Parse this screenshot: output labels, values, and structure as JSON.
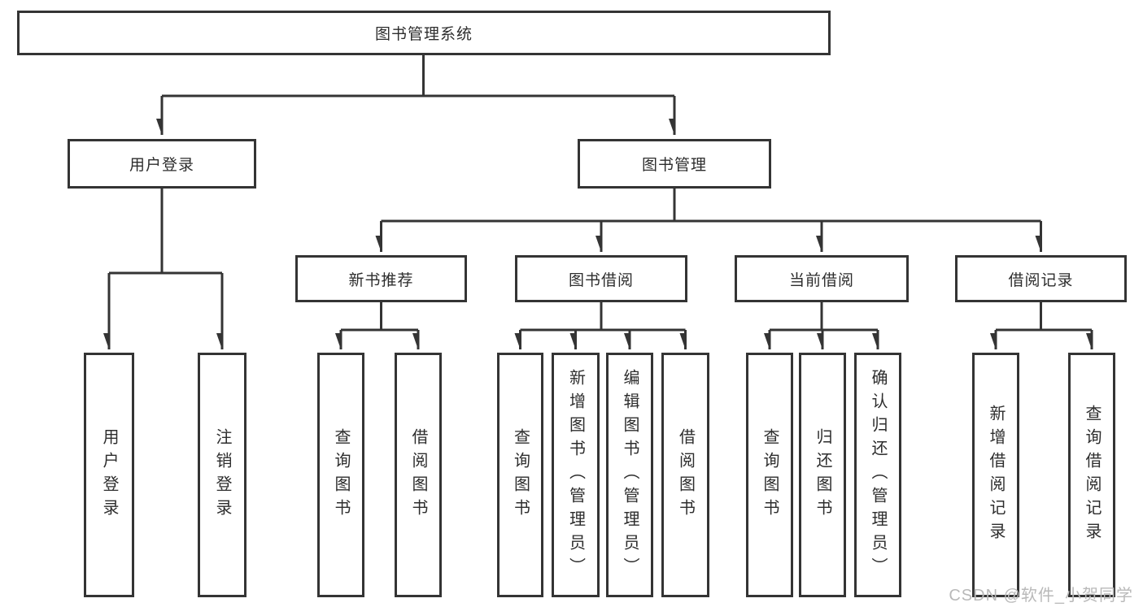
{
  "colors": {
    "background": "#ffffff",
    "box_fill": "#ffffff",
    "line": "#343434",
    "text": "#2d2d2d",
    "watermark": "#b9b9b9"
  },
  "tree": {
    "root": {
      "label": "图书管理系统",
      "children": [
        {
          "label": "用户登录",
          "children": [
            {
              "label": "用户登录"
            },
            {
              "label": "注销登录"
            }
          ]
        },
        {
          "label": "图书管理",
          "children": [
            {
              "label": "新书推荐",
              "children": [
                {
                  "label": "查询图书"
                },
                {
                  "label": "借阅图书"
                }
              ]
            },
            {
              "label": "图书借阅",
              "children": [
                {
                  "label": "查询图书"
                },
                {
                  "label": "新增图书（管理员）"
                },
                {
                  "label": "编辑图书（管理员）"
                },
                {
                  "label": "借阅图书"
                }
              ]
            },
            {
              "label": "当前借阅",
              "children": [
                {
                  "label": "查询图书"
                },
                {
                  "label": "归还图书"
                },
                {
                  "label": "确认归还（管理员）"
                }
              ]
            },
            {
              "label": "借阅记录",
              "children": [
                {
                  "label": "新增借阅记录"
                },
                {
                  "label": "查询借阅记录"
                }
              ]
            }
          ]
        }
      ]
    }
  },
  "watermark": {
    "text": "CSDN @软件_小贺同学"
  }
}
